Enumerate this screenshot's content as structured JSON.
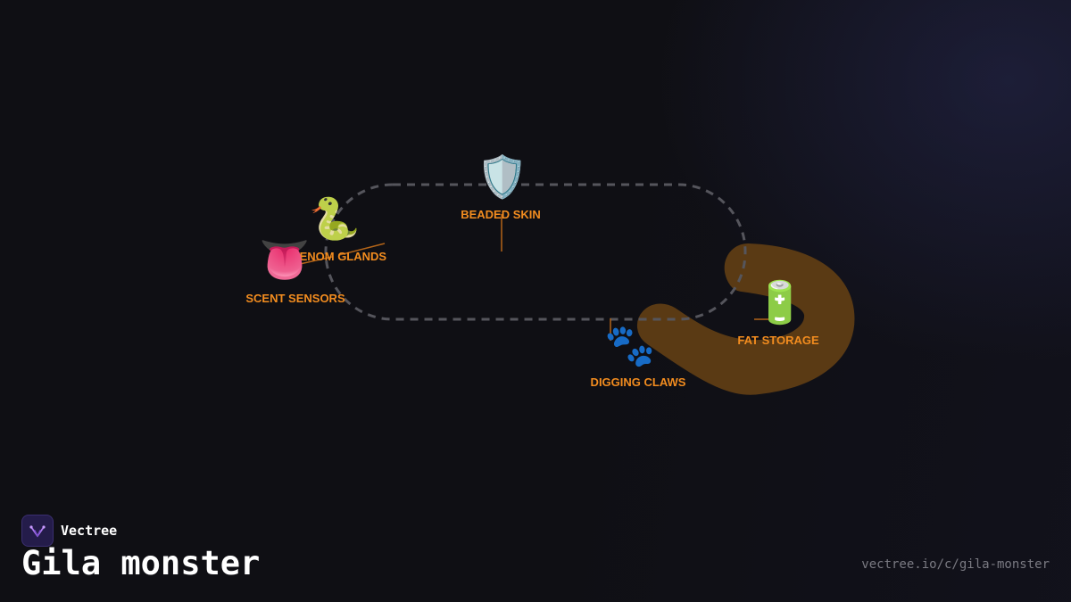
{
  "diagram": {
    "nodes": [
      {
        "id": "beaded-skin",
        "label": "BEADED SKIN",
        "icon": "shield-icon",
        "emoji": "🛡️"
      },
      {
        "id": "venom-glands",
        "label": "VENOM GLANDS",
        "icon": "snake-icon",
        "emoji": "🐍"
      },
      {
        "id": "scent-sensors",
        "label": "SCENT SENSORS",
        "icon": "tongue-icon",
        "emoji": "👅"
      },
      {
        "id": "fat-storage",
        "label": "FAT STORAGE",
        "icon": "battery-icon",
        "emoji": "🔋"
      },
      {
        "id": "digging-claws",
        "label": "DIGGING CLAWS",
        "icon": "paw-prints-icon",
        "emoji": "🐾"
      }
    ],
    "colors": {
      "label": "#f28c1f",
      "connector": "#b36418",
      "tail": "#5a3a14",
      "loop": "#55555c"
    }
  },
  "brand": {
    "name": "Vectree",
    "icon": "vectree-logo-icon"
  },
  "title": "Gila monster",
  "url": "vectree.io/c/gila-monster"
}
